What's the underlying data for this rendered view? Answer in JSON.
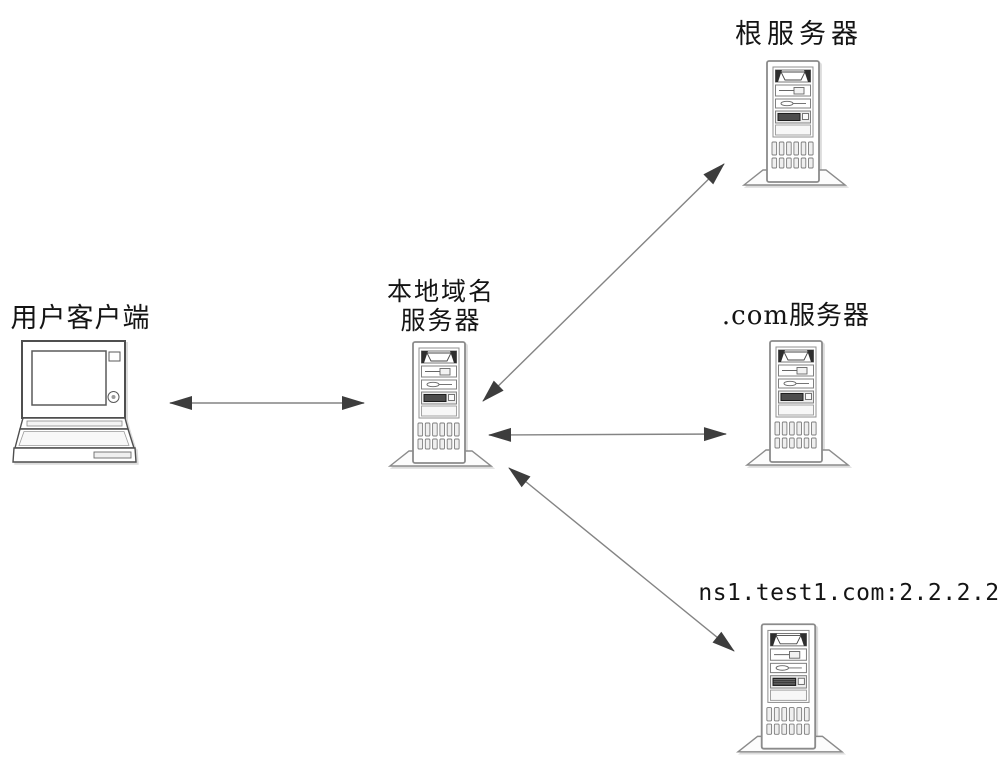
{
  "diagram": {
    "background": "#ffffff",
    "nodes": {
      "client": {
        "label": "用户客户端",
        "icon": "laptop-icon"
      },
      "local_dns": {
        "label_line1": "本地域名",
        "label_line2": "服务器",
        "icon": "tower-server-icon"
      },
      "root": {
        "label": "根服务器",
        "icon": "tower-server-icon"
      },
      "com": {
        "label": ".com服务器",
        "icon": "tower-server-icon"
      },
      "ns1": {
        "label": "ns1.test1.com:2.2.2.2",
        "icon": "tower-server-icon"
      }
    },
    "edges": [
      {
        "from": "client",
        "to": "local_dns",
        "bidirectional": true
      },
      {
        "from": "local_dns",
        "to": "root",
        "bidirectional": true
      },
      {
        "from": "local_dns",
        "to": "com",
        "bidirectional": true
      },
      {
        "from": "local_dns",
        "to": "ns1",
        "bidirectional": true
      }
    ],
    "colors": {
      "line": "#848484",
      "arrowhead": "#3d3d3d",
      "icon_outline": "#8b8b8b",
      "text": "#141414"
    }
  }
}
